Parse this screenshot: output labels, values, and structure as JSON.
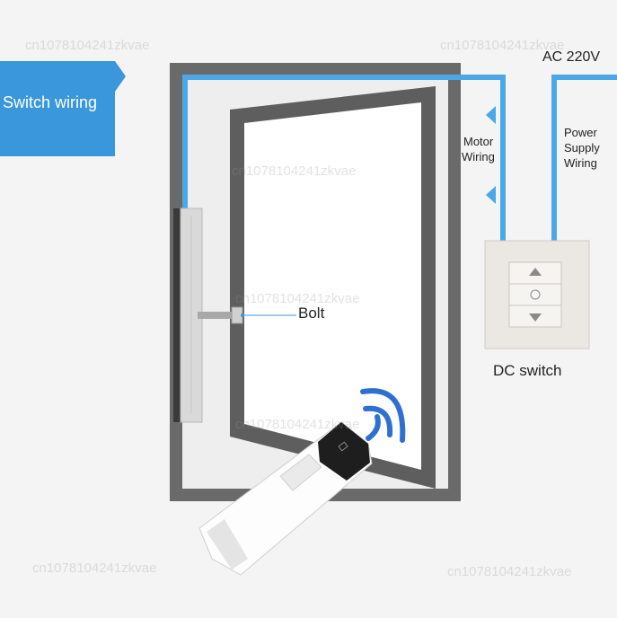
{
  "banner": {
    "label": "Switch wiring",
    "color": "#3a97db"
  },
  "labels": {
    "ac": "AC 220V",
    "motor": [
      "Motor",
      "Wiring"
    ],
    "power": [
      "Power",
      "Supply",
      "Wiring"
    ],
    "bolt": "Bolt",
    "dc_switch": "DC switch"
  },
  "watermark": "cn1078104241zkvae",
  "colors": {
    "wire": "#4aa8e8",
    "frame": "#6a6a6a",
    "glass": "#ffffff",
    "signal": "#2f6fd1"
  }
}
